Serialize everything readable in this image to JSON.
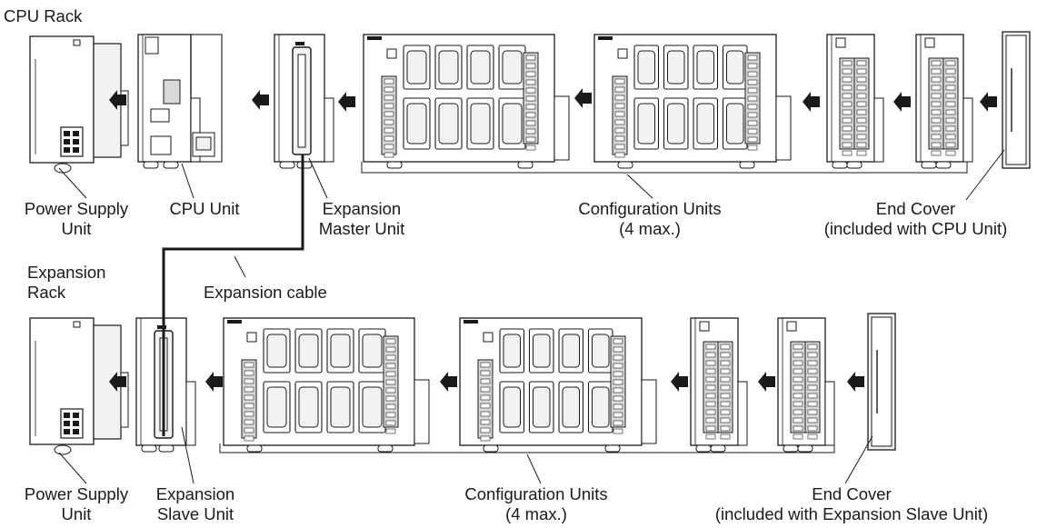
{
  "cpu_rack": {
    "title": "CPU Rack",
    "labels": {
      "power_supply": [
        "Power Supply",
        "Unit"
      ],
      "cpu_unit": [
        "CPU Unit"
      ],
      "expansion_master": [
        "Expansion",
        "Master Unit"
      ],
      "configuration_units": [
        "Configuration Units",
        "(4 max.)"
      ],
      "end_cover": [
        "End Cover",
        "(included with CPU Unit)"
      ]
    }
  },
  "expansion_cable": {
    "label": "Expansion cable"
  },
  "expansion_rack": {
    "title": [
      "Expansion",
      "Rack"
    ],
    "labels": {
      "power_supply": [
        "Power Supply",
        "Unit"
      ],
      "expansion_slave": [
        "Expansion",
        "Slave Unit"
      ],
      "configuration_units": [
        "Configuration Units",
        "(4 max.)"
      ],
      "end_cover": [
        "End Cover",
        "(included with Expansion Slave Unit)"
      ]
    }
  },
  "colors": {
    "line": "#1a1a1a",
    "unit_fill": "#ffffff",
    "face_fill": "#f2f2f2",
    "terminal_fill": "#d9d9d9"
  }
}
